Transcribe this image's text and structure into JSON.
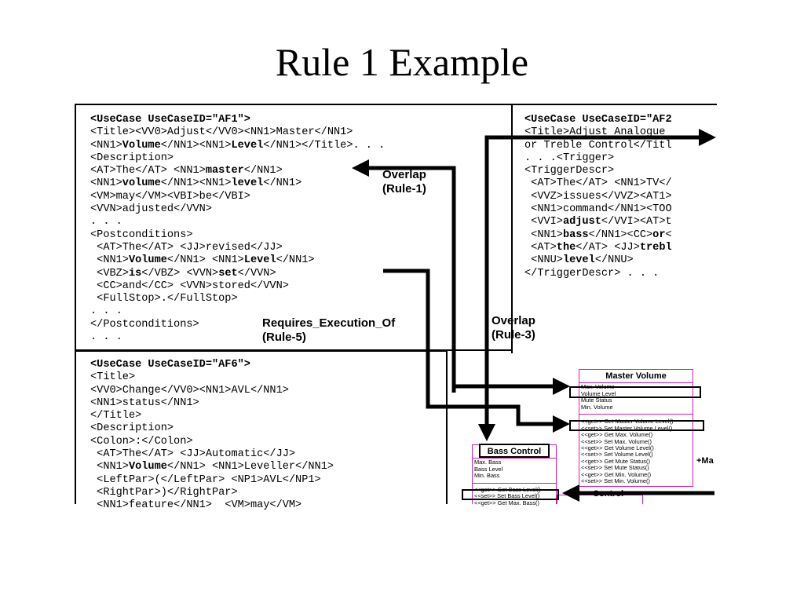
{
  "slide": {
    "title": "Rule 1 Example"
  },
  "af1": {
    "lines": [
      [
        "<UseCase UseCaseID=\"AF1\">",
        true
      ],
      [
        "<Title><VV0>Adjust</VV0><NN1>Master</NN1>",
        false
      ],
      [
        "<NN1>Volume</NN1><NN1>Level</NN1></Title>. . .",
        false
      ],
      [
        "<Description>",
        false
      ],
      [
        "<AT>The</AT> <NN1>master</NN1>",
        false
      ],
      [
        "<NN1>volume</NN1><NN1>level</NN1>",
        false
      ],
      [
        "<VM>may</VM><VBI>be</VBI>",
        false
      ],
      [
        "<VVN>adjusted</VVN>",
        false
      ],
      [
        ". . .",
        false
      ],
      [
        "<Postconditions>",
        false
      ],
      [
        " <AT>The</AT> <JJ>revised</JJ>",
        false
      ],
      [
        " <NN1>Volume</NN1> <NN1>Level</NN1>",
        false
      ],
      [
        " <VBZ>is</VBZ> <VVN>set</VVN>",
        false
      ],
      [
        " <CC>and</CC> <VVN>stored</VVN>",
        false
      ],
      [
        " <FullStop>.</FullStop>",
        false
      ],
      [
        ". . .",
        false
      ],
      [
        "</Postconditions>",
        false
      ],
      [
        ". . .",
        false
      ]
    ]
  },
  "af2": {
    "lines": [
      "<UseCase UseCaseID=\"AF2",
      "<Title>Adjust Analogue",
      "or Treble Control</Titl",
      ". . .<Trigger>",
      "<TriggerDescr>",
      " <AT>The</AT> <NN1>TV</",
      " <VVZ>issues</VVZ><AT1>",
      " <NN1>command</NN1><TOO",
      " <VVI>adjust</VVI><AT>t",
      " <NN1>bass</NN1><CC>or<",
      " <AT>the</AT> <JJ>trebl",
      " <NNU>level</NNU>",
      "</TriggerDescr> . . ."
    ]
  },
  "af6": {
    "lines": [
      "<UseCase UseCaseID=\"AF6\">",
      "<Title>",
      "<VV0>Change</VV0><NN1>AVL</NN1>",
      "<NN1>status</NN1>",
      "</Title>",
      "<Description>",
      "<Colon>:</Colon>",
      " <AT>The</AT> <JJ>Automatic</JJ>",
      " <NN1>Volume</NN1> <NN1>Leveller</NN1>",
      " <LeftPar>(</LeftPar> <NP1>AVL</NP1>",
      " <RightPar>)</RightPar>",
      " <NN1>feature</NN1>  <VM>may</VM>"
    ]
  },
  "notes": {
    "overlap1": "Overlap\n(Rule-1)",
    "requires": "Requires_Execution_Of\n(Rule-5)",
    "overlap3": "Overlap\n(Rule-3)"
  },
  "master_volume": {
    "name": "Master Volume",
    "attrs": [
      "Max. Volume",
      "Volume Level",
      "Mute Status",
      "Min. Volume"
    ],
    "ops": [
      "<<get>> Get Master Volume Level()",
      "<<set>> Set Master Volume Level()",
      "<<get>> Get Max. Volume()",
      "<<set>> Set Max. Volume()",
      "<<get>> Get Volume Level()",
      "<<set>> Set Volume Level()",
      "<<get>> Get Mute Status()",
      "<<set>> Set Mute Status()",
      "<<get>> Get Min. Volume()",
      "<<set>> Set Min. Volume()"
    ],
    "side_label": "+Ma"
  },
  "bass_control": {
    "name": "Bass Control",
    "attrs": [
      "Max. Bass",
      "Bass Level",
      "Min. Bass"
    ],
    "ops": [
      "<<get>> Get Bass Level()",
      "<<set>> Set Bass Level()",
      "<<get>> Get Max. Bass()"
    ],
    "side_label": "Control"
  },
  "colors": {
    "uml_border": "#d21fb0",
    "arrow": "#000000"
  }
}
